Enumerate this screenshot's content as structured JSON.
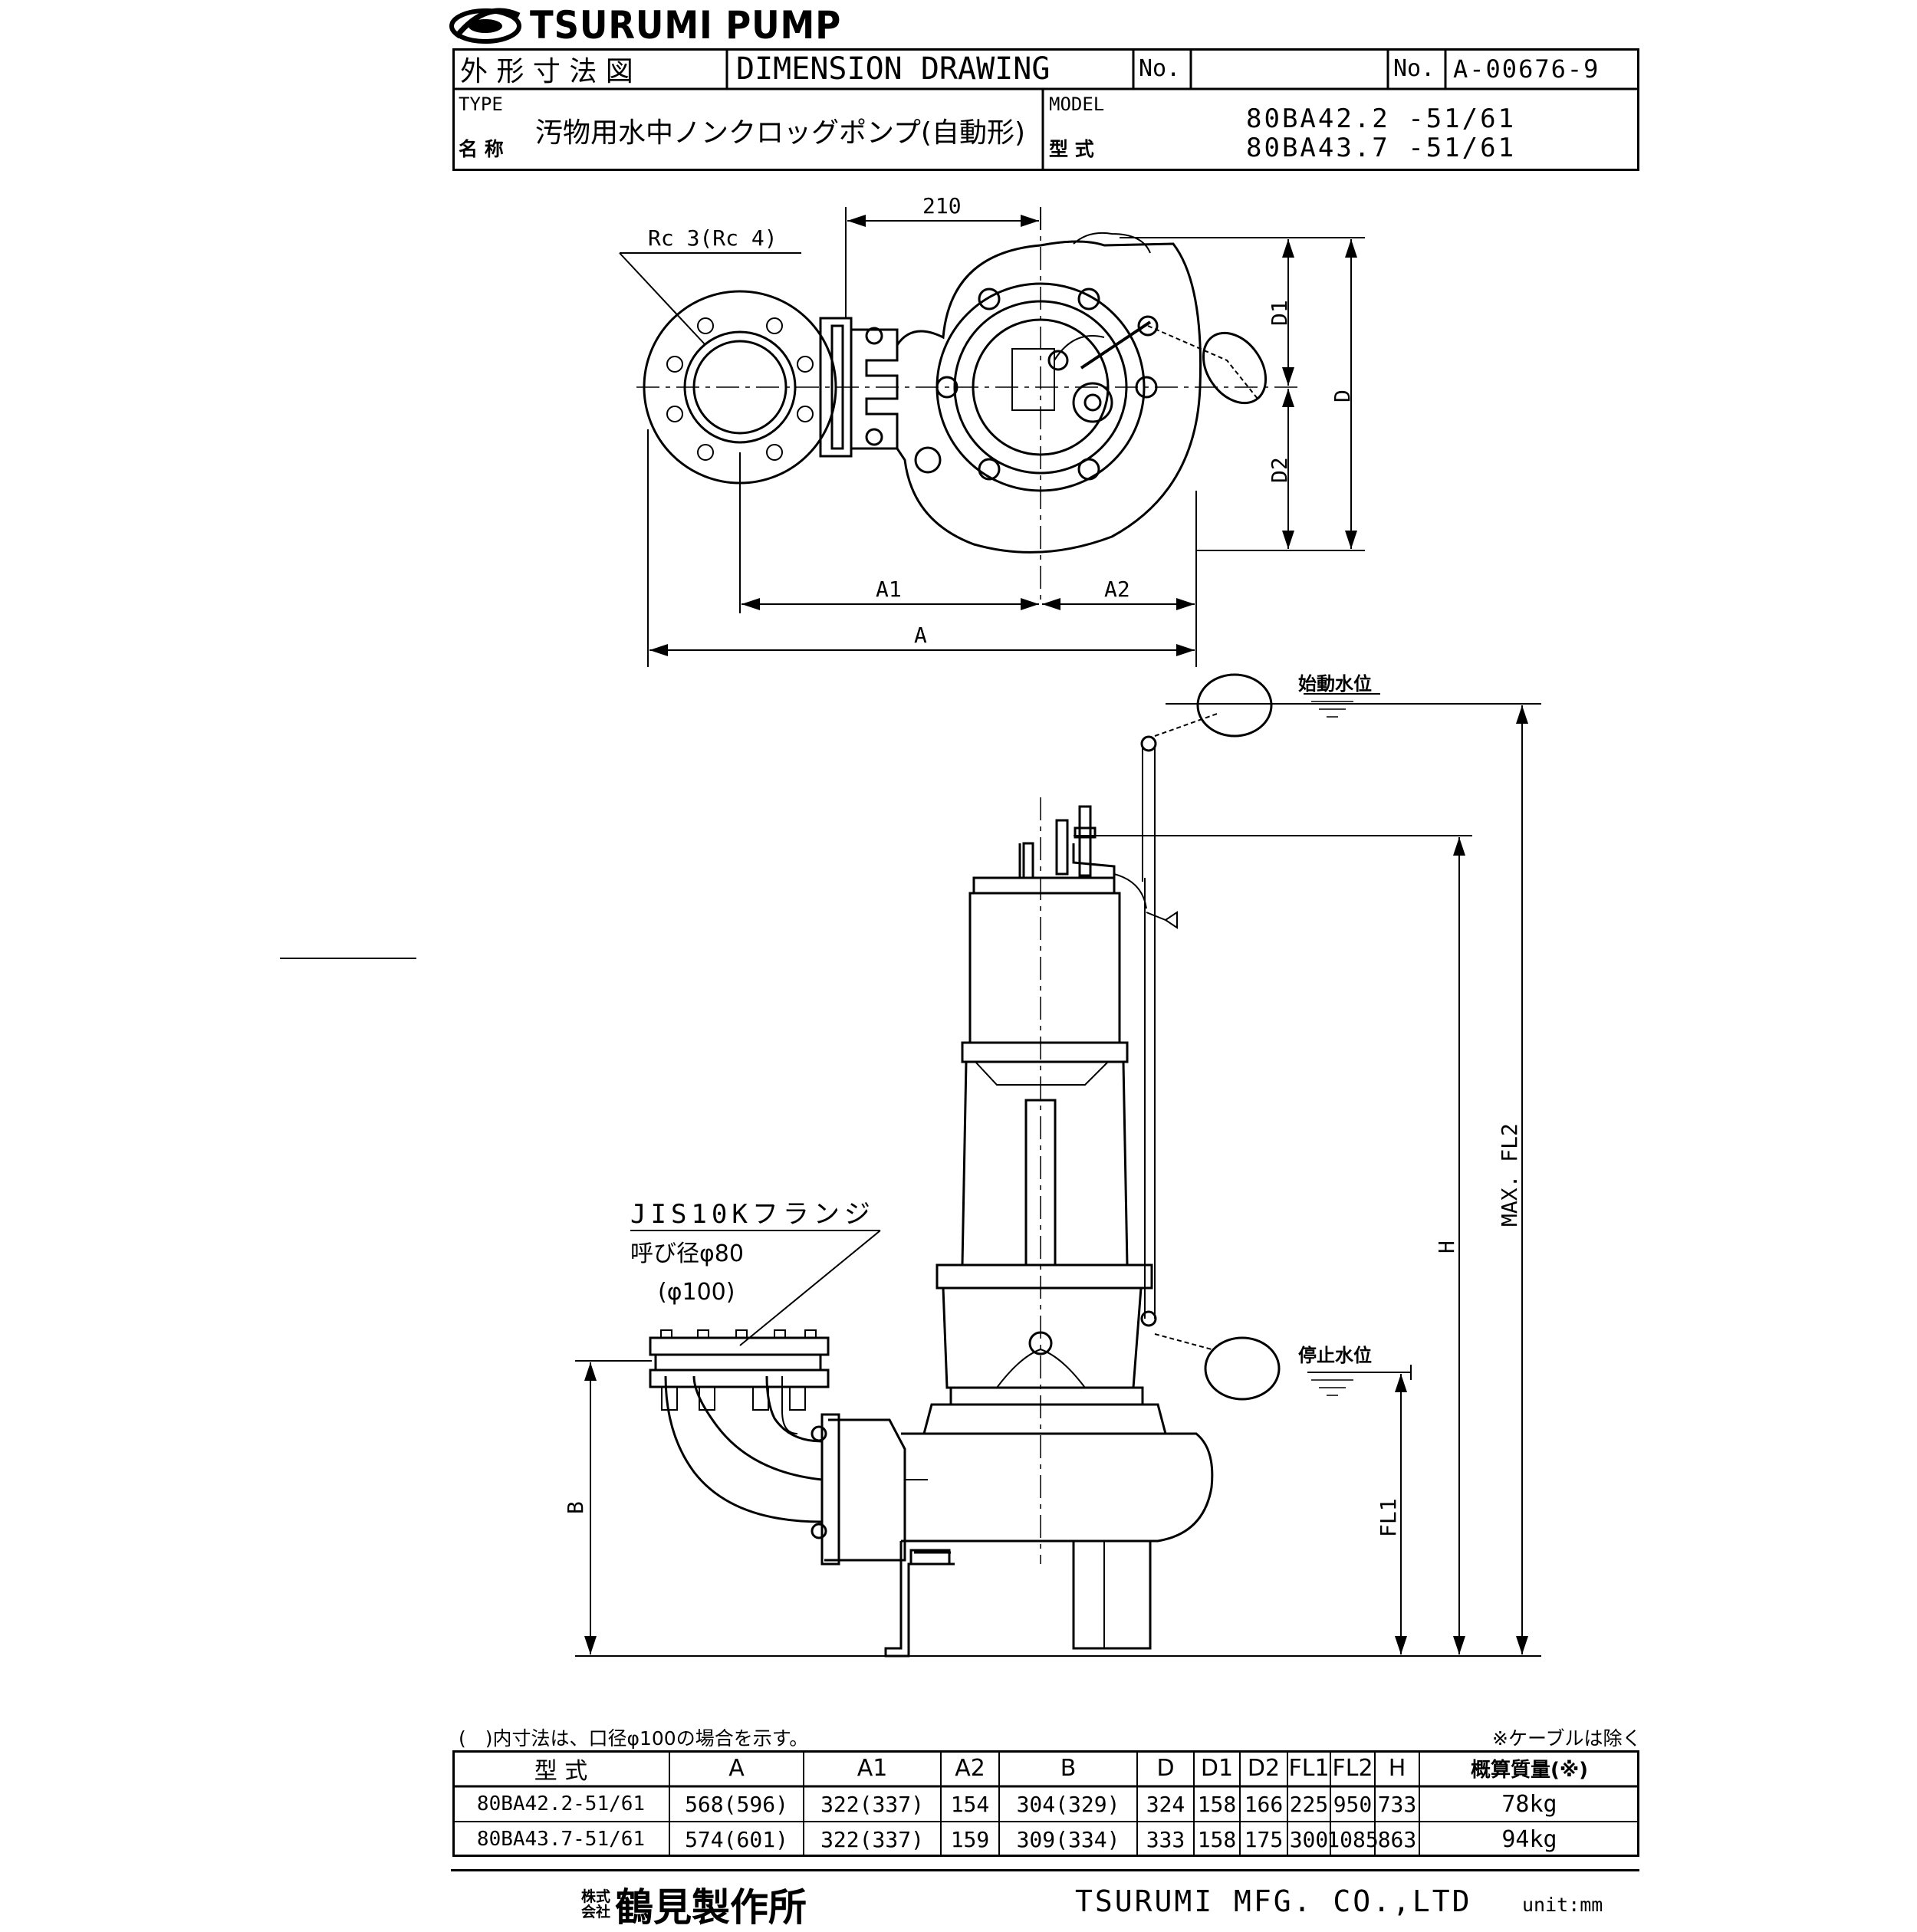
{
  "header": {
    "brand": "TSURUMI PUMP",
    "title_jp": "外 形 寸 法 図",
    "title_en": "DIMENSION DRAWING",
    "no_label_1": "No.",
    "no_label_2": "No.",
    "drawing_no": "A-00676-9",
    "type_label": "TYPE",
    "name_label": "名 称",
    "pump_name": "汚物用水中ノンクロッグポンプ(自動形)",
    "model_label": "MODEL",
    "katashiki_label": "型 式",
    "models": [
      "80BA42.2 -51/61",
      "80BA43.7 -51/61"
    ]
  },
  "drawing": {
    "top_view": {
      "dim_210": "210",
      "thread_label": "Rc 3(Rc 4)",
      "label_D1": "D1",
      "label_D2": "D2",
      "label_D": "D",
      "label_A1": "A1",
      "label_A2": "A2",
      "label_A": "A"
    },
    "side_view": {
      "start_level": "始動水位",
      "stop_level": "停止水位",
      "flange_std": "JIS10Kフランジ",
      "flange_size": "呼び径φ80",
      "flange_size_alt": "(φ100)",
      "label_B": "B",
      "label_H": "H",
      "label_FL1": "FL1",
      "label_FL2": "MAX. FL2"
    }
  },
  "notes": {
    "paren_note": "(　)内寸法は、口径φ100の場合を示す。",
    "cable_note": "※ケーブルは除く"
  },
  "spec_table": {
    "headers": [
      "型 式",
      "A",
      "A1",
      "A2",
      "B",
      "D",
      "D1",
      "D2",
      "FL1",
      "FL2",
      "H",
      "概算質量(※)"
    ],
    "rows": [
      [
        "80BA42.2-51/61",
        "568(596)",
        "322(337)",
        "154",
        "304(329)",
        "324",
        "158",
        "166",
        "225",
        "950",
        "733",
        "78kg"
      ],
      [
        "80BA43.7-51/61",
        "574(601)",
        "322(337)",
        "159",
        "309(334)",
        "333",
        "158",
        "175",
        "300",
        "1085",
        "863",
        "94kg"
      ]
    ]
  },
  "footer": {
    "kabushiki_top": "株式",
    "kabushiki_bottom": "会社",
    "company_jp": "鶴見製作所",
    "company_en": "TSURUMI MFG. CO.,LTD",
    "unit": "unit:mm"
  }
}
